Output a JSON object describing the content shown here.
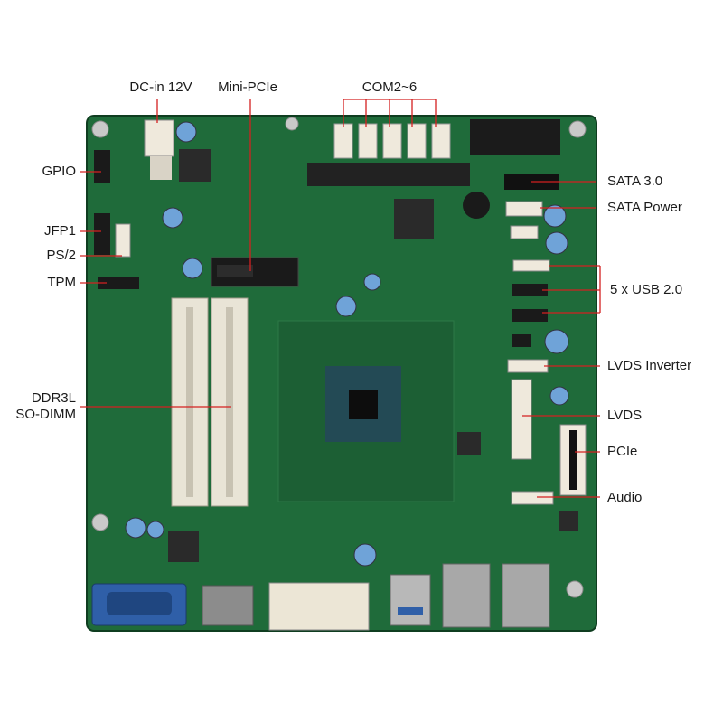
{
  "labels": {
    "dc_in": "DC-in 12V",
    "mini_pcie": "Mini-PCIe",
    "com": "COM2~6",
    "gpio": "GPIO",
    "jfp1": "JFP1",
    "ps2": "PS/2",
    "tpm": "TPM",
    "ddr3l": "DDR3L",
    "so_dimm": "SO-DIMM",
    "sata3": "SATA 3.0",
    "sata_power": "SATA Power",
    "usb": "5 x USB 2.0",
    "lvds_inverter": "LVDS Inverter",
    "lvds": "LVDS",
    "pcie": "PCIe",
    "audio": "Audio"
  },
  "colors": {
    "pcb": "#1f6b3a",
    "pcb_dark": "#164f2b",
    "leader": "#d42020",
    "connector_white": "#efe9dc",
    "chip": "#2a2a2a",
    "vga_blue": "#2f5fa8"
  }
}
